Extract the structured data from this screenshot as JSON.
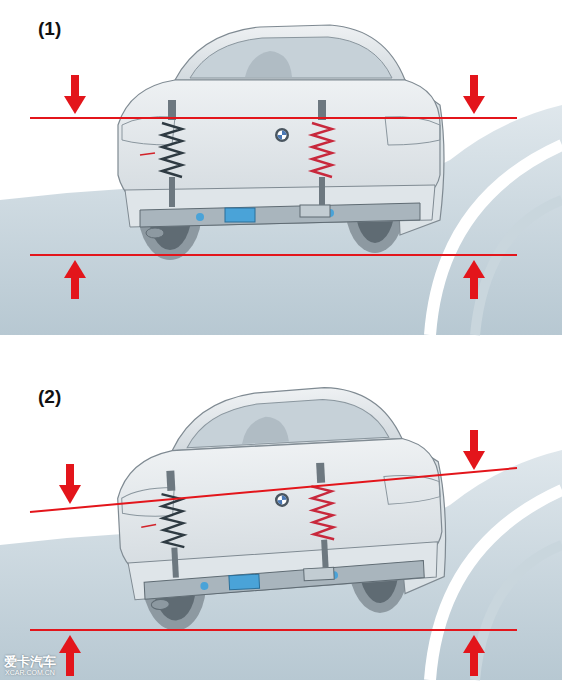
{
  "diagram": {
    "labels": [
      "(1)",
      "(2)",
      "爱卡汽车",
      "XCAR.COM.CN"
    ]
  }
}
